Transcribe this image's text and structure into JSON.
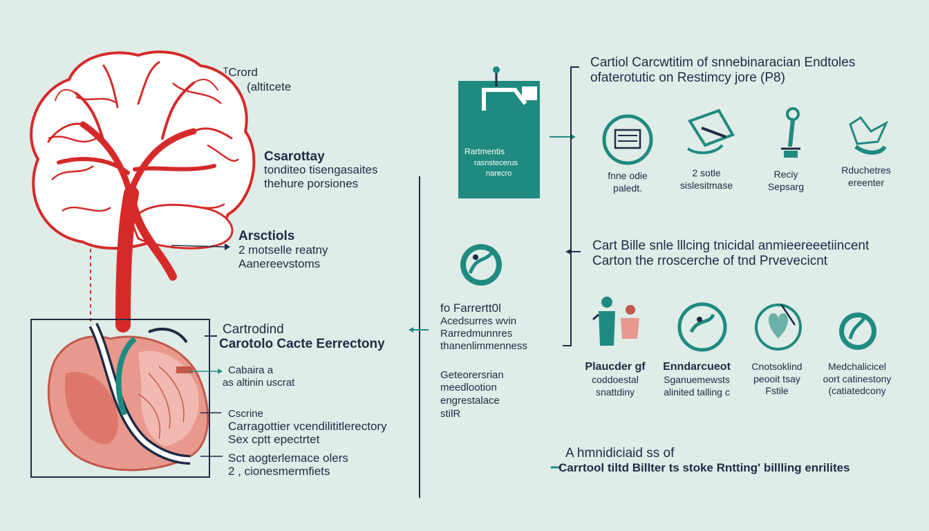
{
  "colors": {
    "background": "#dfece7",
    "artery_red": "#d62a2a",
    "teal": "#1f8a80",
    "navy": "#1f2a44",
    "heart_pink": "#e8998d"
  },
  "left": {
    "top_label": {
      "line1": "ᵀCrord",
      "line2": "(altitcete"
    },
    "label_carotay": {
      "title": "Csarottay",
      "line1": "tonditeo tisengasaites",
      "line2": "thehure porsiones"
    },
    "label_arterials": {
      "title": "Arsctiols",
      "line1": "2 motselle reatny",
      "line2": "Aanereevstoms"
    },
    "label_carotid": {
      "title": "Cartrodind",
      "line1": "Carotolo Cacte Eerrectony"
    },
    "label_cabaita": {
      "line1": "Cabaira a",
      "line2": "as altinin uscrat"
    },
    "label_cscrine": {
      "line1": "Cscrine",
      "line2": "Carragottier vcendilititlerectory",
      "line3": "Sex cptt epectrtet"
    },
    "label_bottom": {
      "line1": "Sct aogterlemace olers",
      "line2": "2 , cionesmermfiets"
    }
  },
  "middle": {
    "device_text": {
      "line1": "Rartmentis",
      "line2": "rasnstecerus",
      "line3": "narecro"
    },
    "note_top": {
      "line1": "fo Farrertt0l",
      "line2": "Acedsurres wvin",
      "line3": "Rarredmunnres",
      "line4": "thanenlimmenness"
    },
    "note_bottom": {
      "line1": "Geteorersrian",
      "line2": "meedlootion",
      "line3": "engrestalace",
      "line4": "stilR"
    }
  },
  "right": {
    "section1_title": {
      "line1": "Cartiol Carcwtitim of snnebinaracian  Endtoles",
      "line2": "ofaterotutic on Restimcy jore (P8)"
    },
    "section1_icons": [
      {
        "icon": "monitor-icon",
        "line1": "fnne odie",
        "line2": "paledt."
      },
      {
        "icon": "surgical-tool-icon",
        "line1": "2  sotle",
        "line2": "sislesitmase"
      },
      {
        "icon": "probe-icon",
        "line1": "Reciy",
        "line2": "Sepsarg"
      },
      {
        "icon": "hand-icon",
        "line1": "Rduchetres",
        "line2": "ereenter"
      }
    ],
    "section2_title": {
      "line1": "Cart Bille snle lllcing tnicidal anmieereeetiincent",
      "line2": "Carton the rroscerche of tnd Prvevecicnt"
    },
    "section2_icons": [
      {
        "icon": "caregiver-icon",
        "line0": "Plaucder gf",
        "line1": "coddoestal",
        "line2": "snattdiny"
      },
      {
        "icon": "endarterectomy-icon",
        "line0": "Enndarcueot",
        "line1": "Sganuemewsts",
        "line2": "alinited talling c"
      },
      {
        "icon": "heart-scan-icon",
        "line0": "Cnotsoklind",
        "line1": "peooit tsay",
        "line2": "Fstile"
      },
      {
        "icon": "carotid-icon",
        "line0": "Medchalicicel",
        "line1": "oort catinestony",
        "line2": "(catiatedcony"
      }
    ],
    "bottom_note": {
      "line1": "A hmnidiciaid ss of",
      "line2": "Carrtool tiltd Billter ts stoke Rntting' billling enrilites"
    }
  }
}
